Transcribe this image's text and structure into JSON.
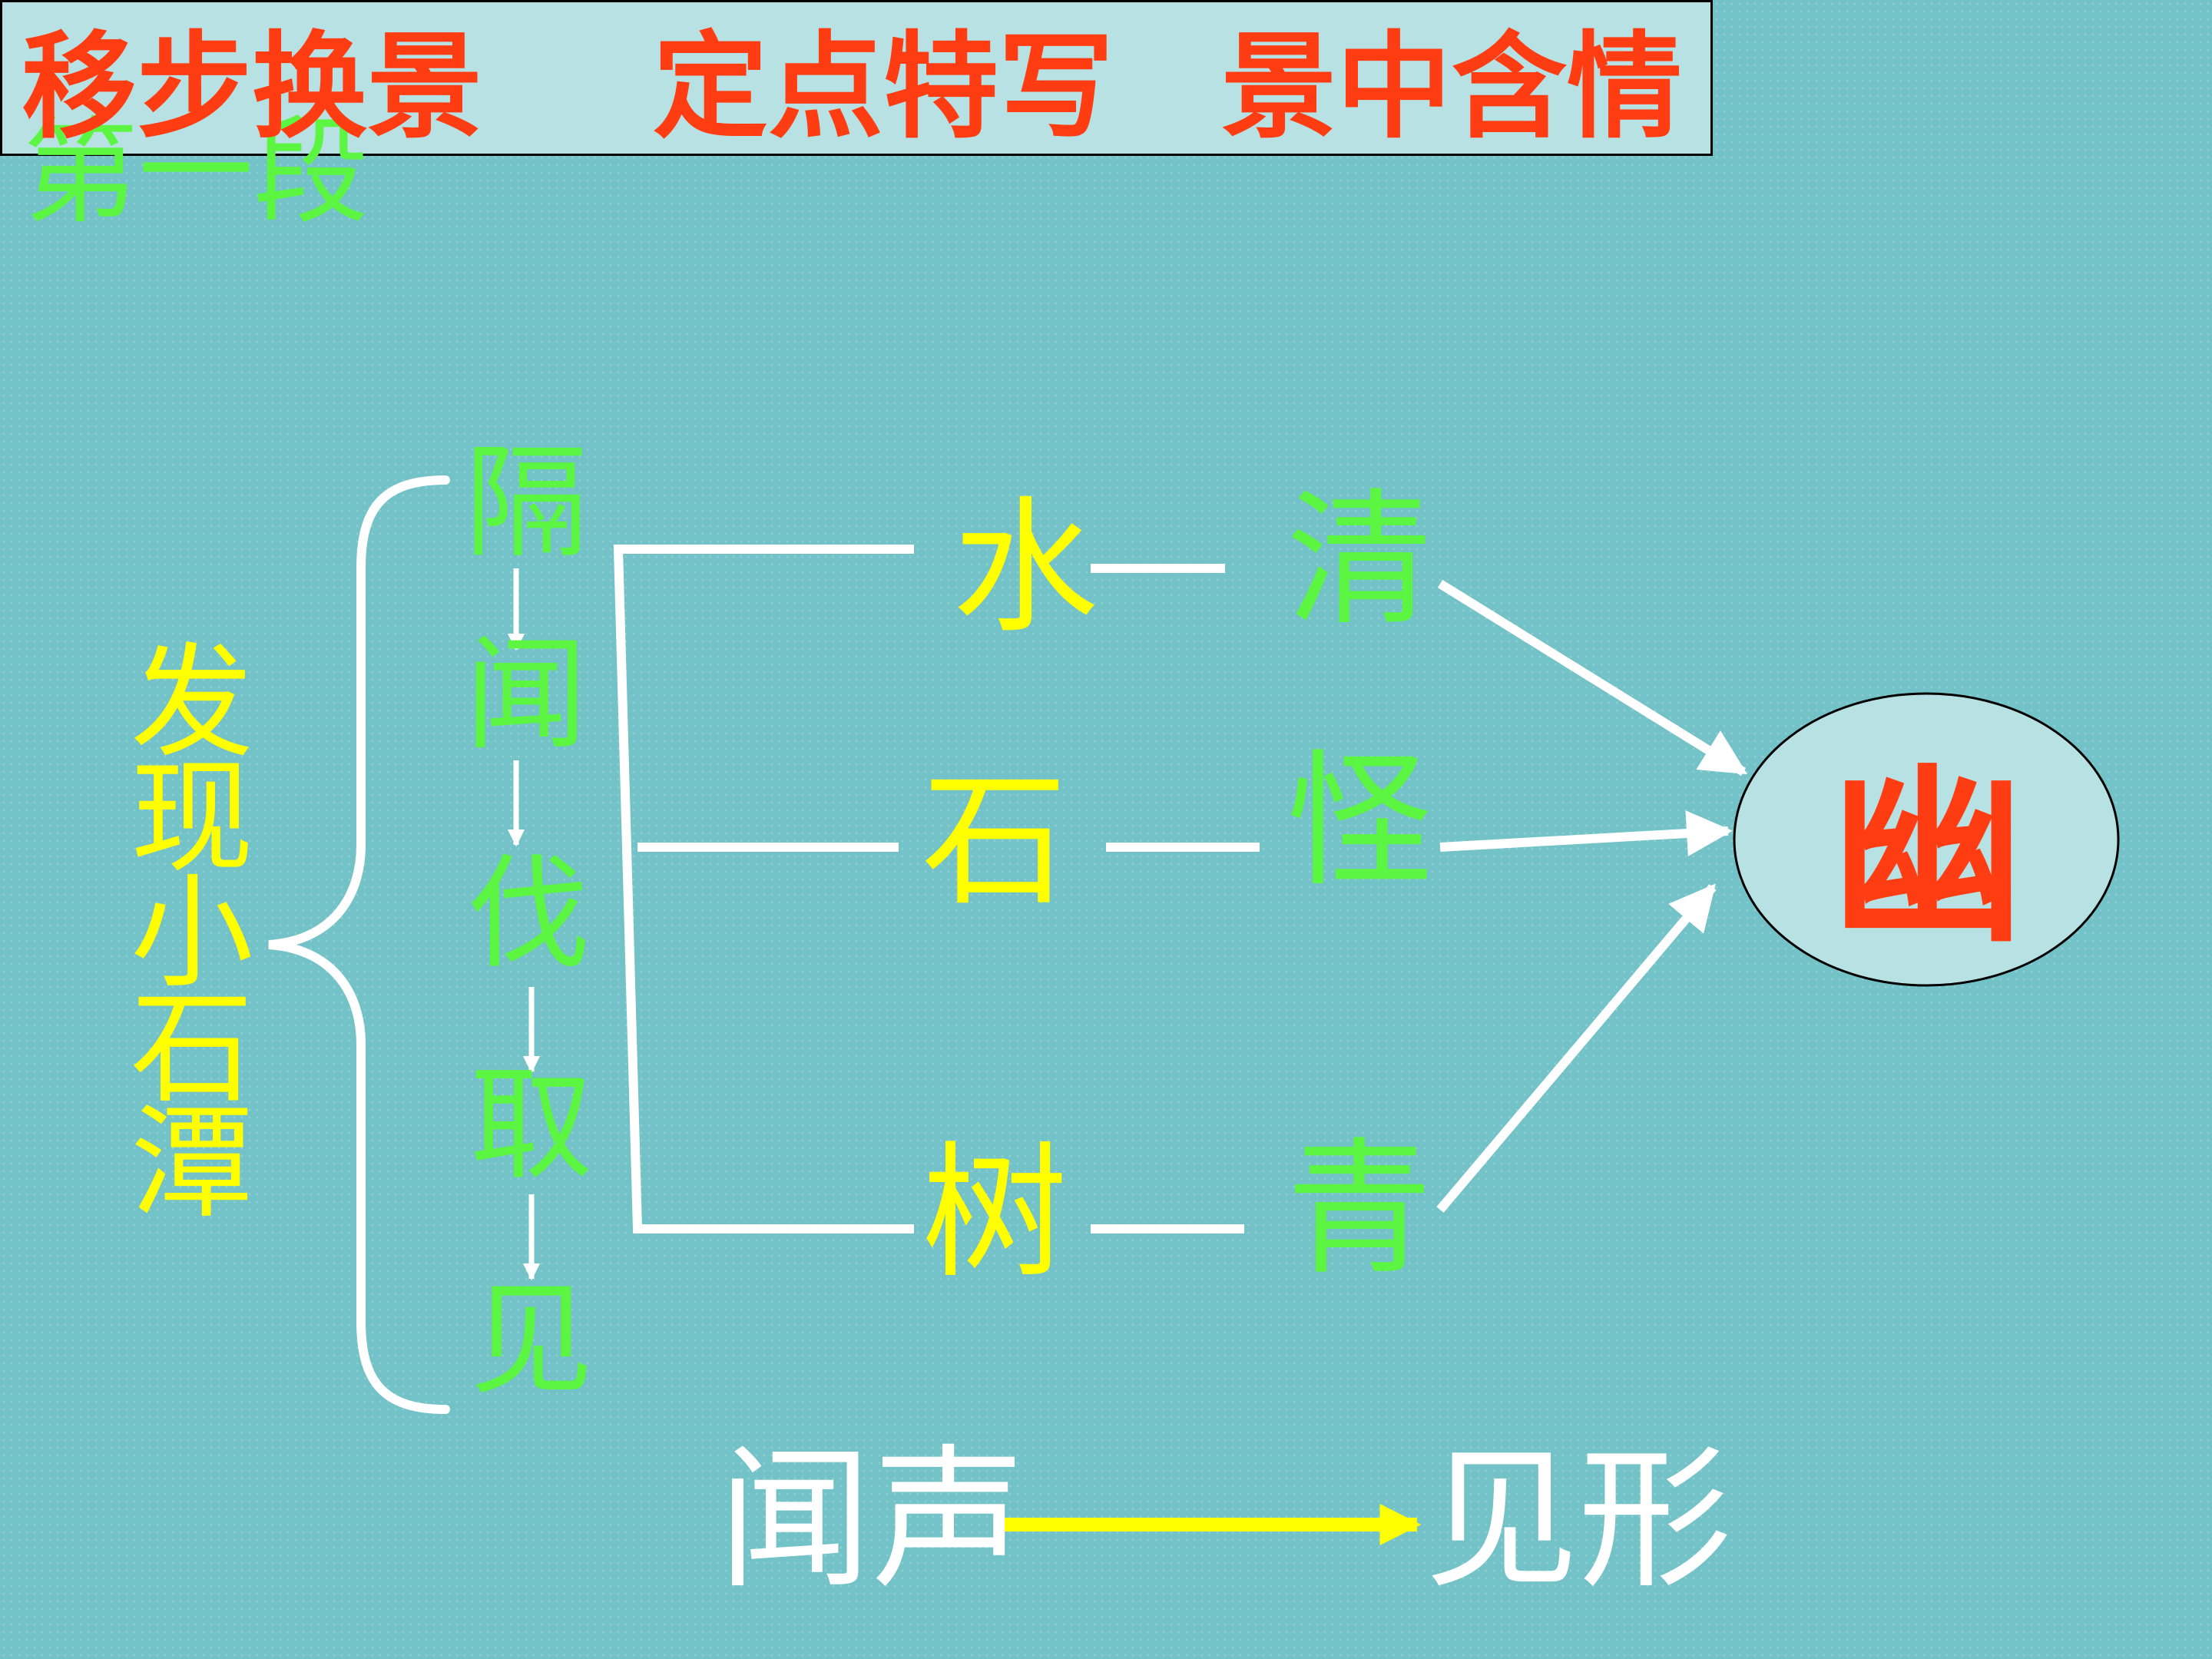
{
  "section_label": "第一段",
  "title_keywords": [
    "移步换景",
    "定点特写",
    "景中含情"
  ],
  "subject_chars": [
    "发",
    "现",
    "小",
    "石",
    "潭"
  ],
  "process_steps": [
    "隔",
    "闻",
    "伐",
    "取",
    "见"
  ],
  "scenes": [
    {
      "object": "水",
      "feature": "清"
    },
    {
      "object": "石",
      "feature": "怪"
    },
    {
      "object": "树",
      "feature": "青"
    }
  ],
  "center_label": "幽",
  "bottom": {
    "from": "闻声",
    "to": "见形"
  },
  "colors": {
    "background": "#73c2c8",
    "title_box": "#b7e1e2",
    "green": "#5cf542",
    "yellow": "#ffff00",
    "red": "#ff3c12",
    "white": "#ffffff",
    "ellipse": "#b7e1e2"
  }
}
